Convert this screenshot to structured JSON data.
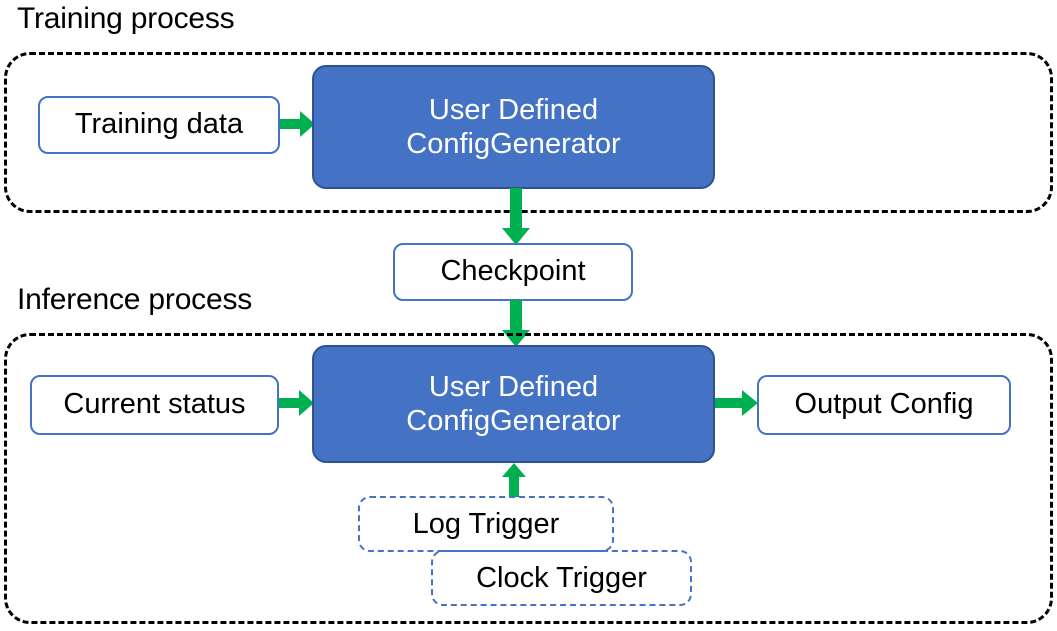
{
  "diagram": {
    "title_training": "Training process",
    "title_inference": "Inference process",
    "colors": {
      "accent_blue": "#4472C4",
      "blue_border": "#2F528F",
      "arrow_green": "#00B050",
      "container_border": "#000000",
      "box_text": "#000000",
      "blue_box_text": "#FFFFFF",
      "background": "#FFFFFF"
    },
    "training": {
      "label": "Training process",
      "input": {
        "label": "Training data"
      },
      "generator": {
        "line1": "User Defined",
        "line2": "ConfigGenerator"
      }
    },
    "checkpoint": {
      "label": "Checkpoint"
    },
    "inference": {
      "label": "Inference process",
      "input": {
        "label": "Current status"
      },
      "generator": {
        "line1": "User Defined",
        "line2": "ConfigGenerator"
      },
      "output": {
        "label": "Output Config"
      },
      "triggers": [
        {
          "label": "Log Trigger"
        },
        {
          "label": "Clock Trigger"
        }
      ]
    },
    "arrows": [
      {
        "name": "training-data-to-generator",
        "from": "Training data",
        "to": "User Defined ConfigGenerator",
        "direction": "right"
      },
      {
        "name": "generator-to-checkpoint",
        "from": "User Defined ConfigGenerator",
        "to": "Checkpoint",
        "direction": "down"
      },
      {
        "name": "checkpoint-to-generator",
        "from": "Checkpoint",
        "to": "User Defined ConfigGenerator",
        "direction": "down"
      },
      {
        "name": "current-status-to-generator",
        "from": "Current status",
        "to": "User Defined ConfigGenerator",
        "direction": "right"
      },
      {
        "name": "generator-to-output-config",
        "from": "User Defined ConfigGenerator",
        "to": "Output Config",
        "direction": "right"
      },
      {
        "name": "trigger-to-generator",
        "from": "Log Trigger / Clock Trigger",
        "to": "User Defined ConfigGenerator",
        "direction": "up"
      }
    ]
  }
}
